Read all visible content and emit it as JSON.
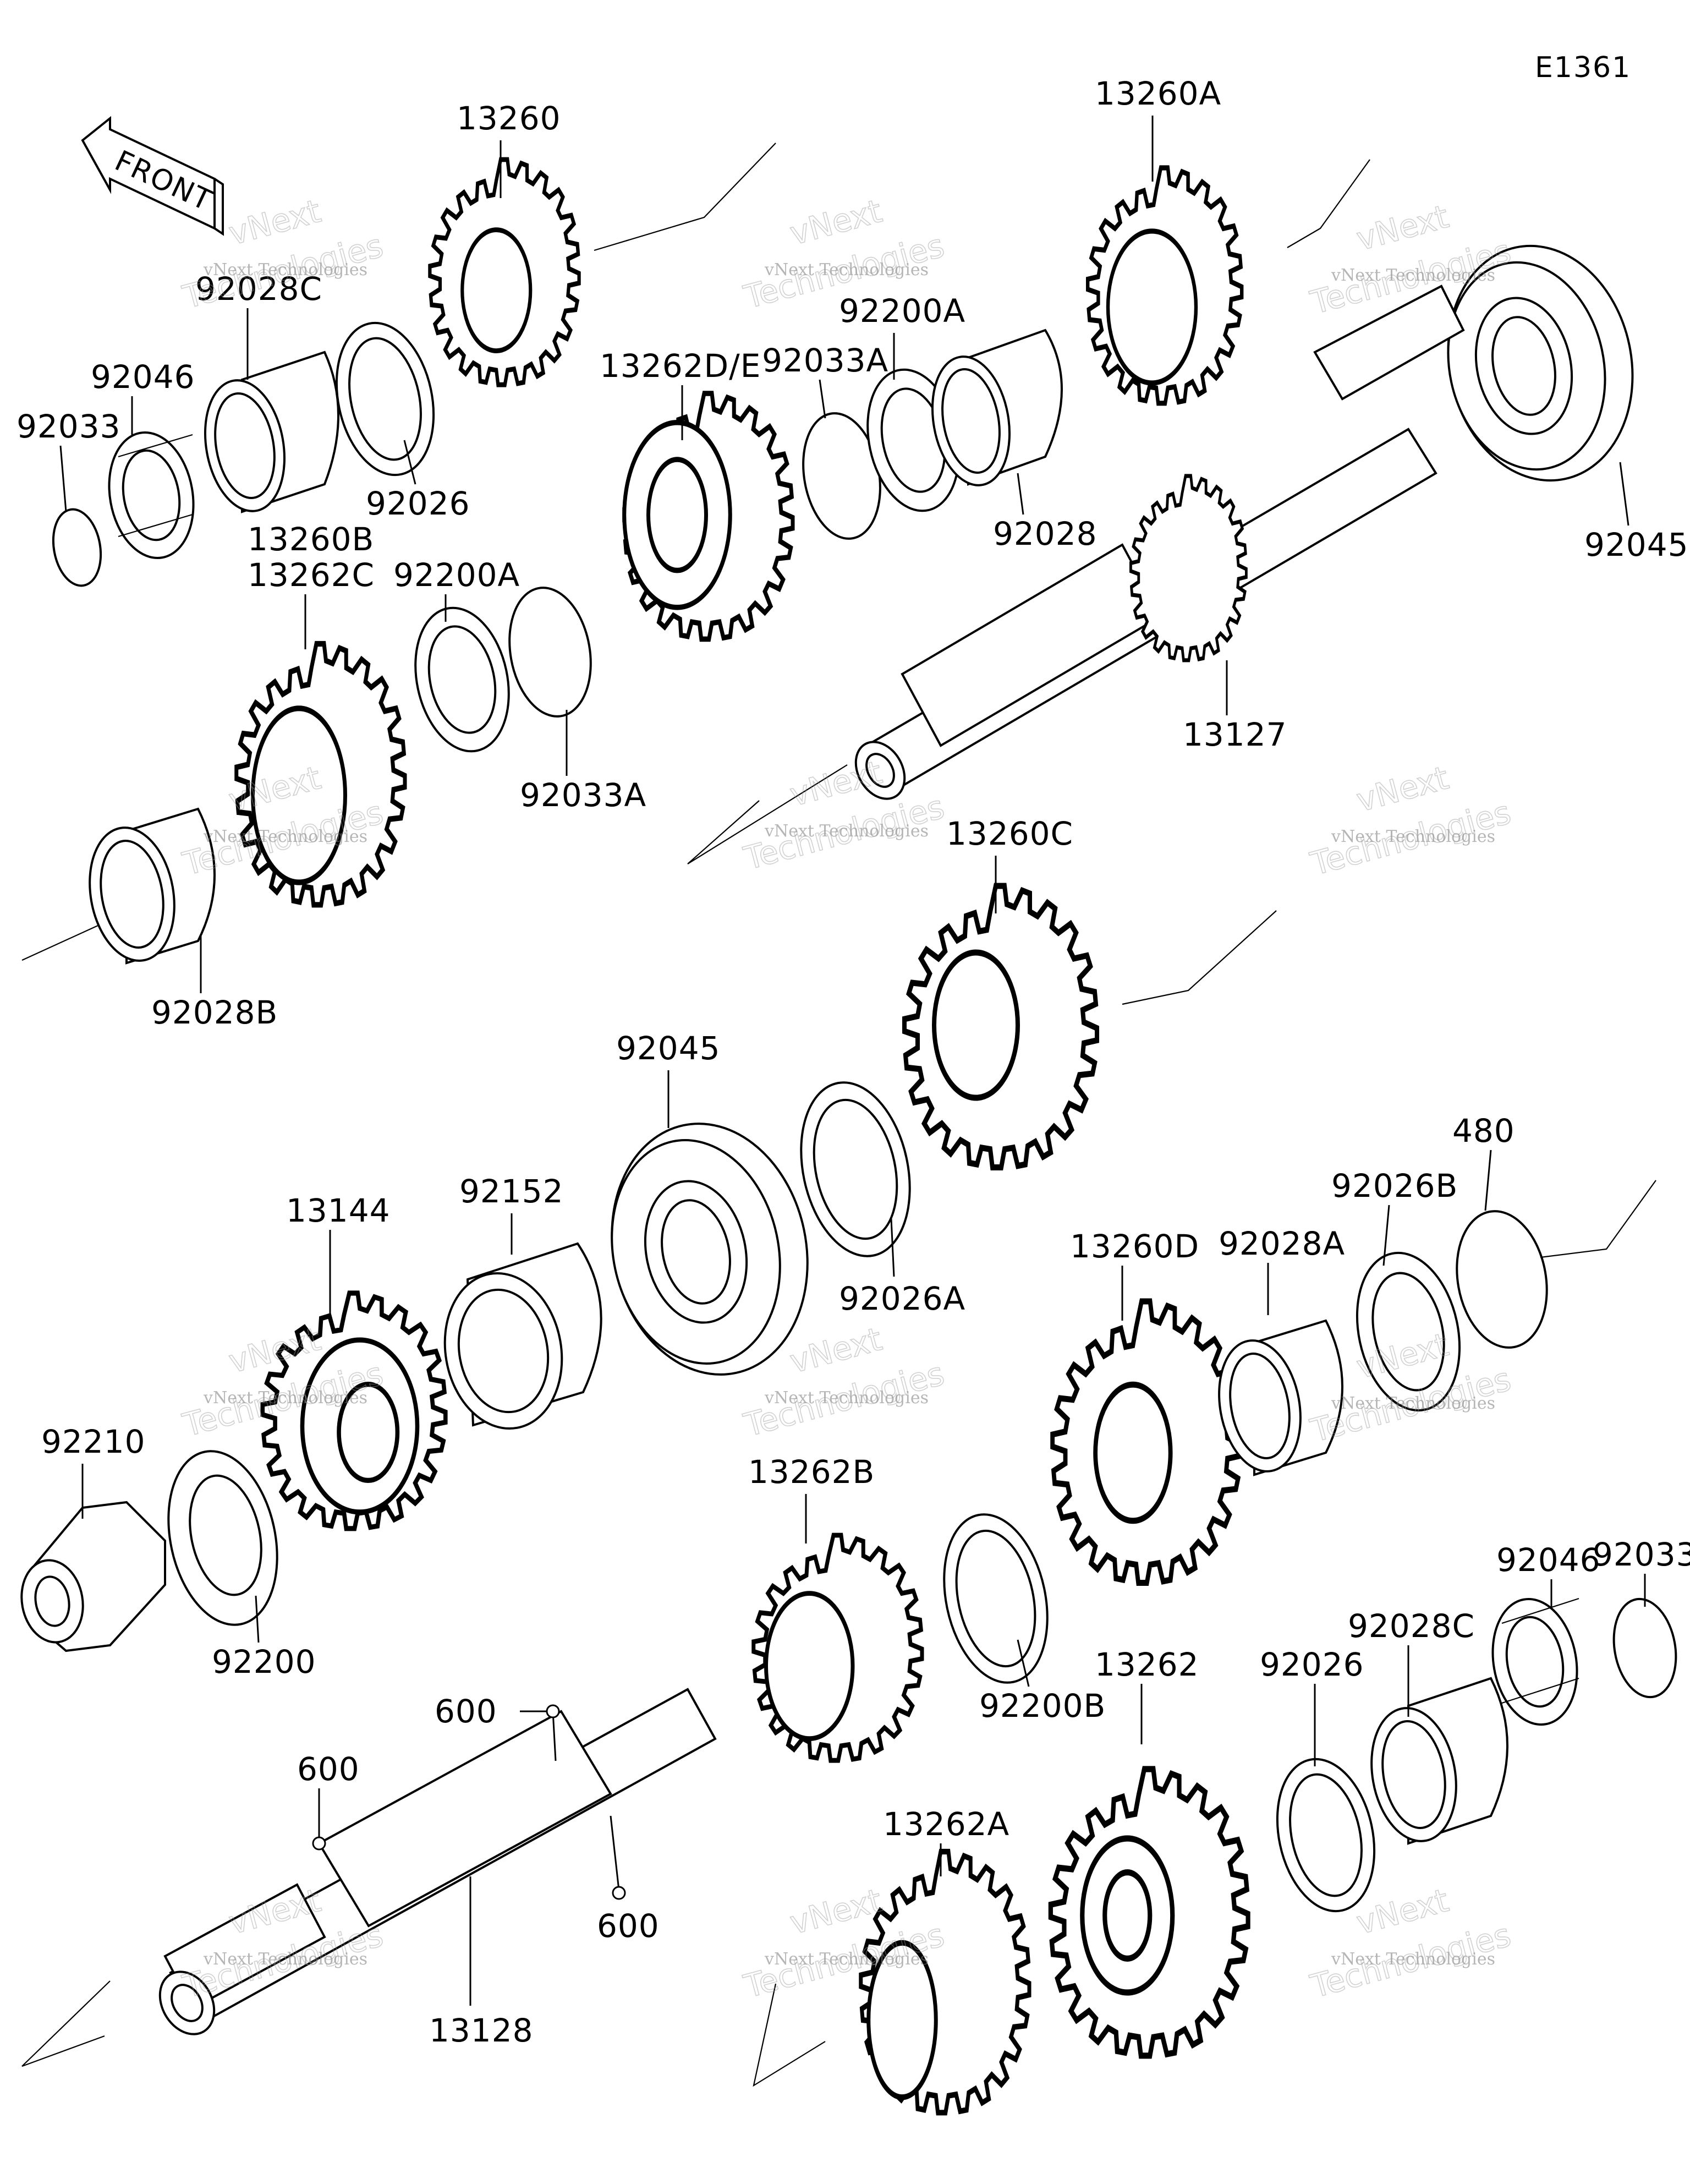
{
  "diagram_code": "E1361",
  "front_label": "FRONT",
  "watermark": {
    "line1": "vNext Technologies",
    "line2": "vNext",
    "line3": "Technologies"
  },
  "labels": {
    "p13260": "13260",
    "p13260A": "13260A",
    "p92028C_top": "92028C",
    "p92046_top": "92046",
    "p92033_top": "92033",
    "p92026_top": "92026",
    "p13262DE": "13262D/E",
    "p92033A_top": "92033A",
    "p92200A_top": "92200A",
    "p92028": "92028",
    "p92045_top": "92045",
    "p13260B": "13260B",
    "p13262C": "13262C",
    "p92200A_mid": "92200A",
    "p92033A_mid": "92033A",
    "p13127": "13127",
    "p92028B": "92028B",
    "p13260C": "13260C",
    "p92045_mid": "92045",
    "p92026A": "92026A",
    "p13144": "13144",
    "p92152": "92152",
    "p480": "480",
    "p92026B": "92026B",
    "p92028A": "92028A",
    "p13260D": "13260D",
    "p92210": "92210",
    "p92200": "92200",
    "p13262B": "13262B",
    "p92200B": "92200B",
    "p92033_bot": "92033",
    "p92046_bot": "92046",
    "p92028C_bot": "92028C",
    "p92026_bot": "92026",
    "p13262": "13262",
    "p600_a": "600",
    "p600_b": "600",
    "p600_c": "600",
    "p13128": "13128",
    "p13262A": "13262A"
  }
}
